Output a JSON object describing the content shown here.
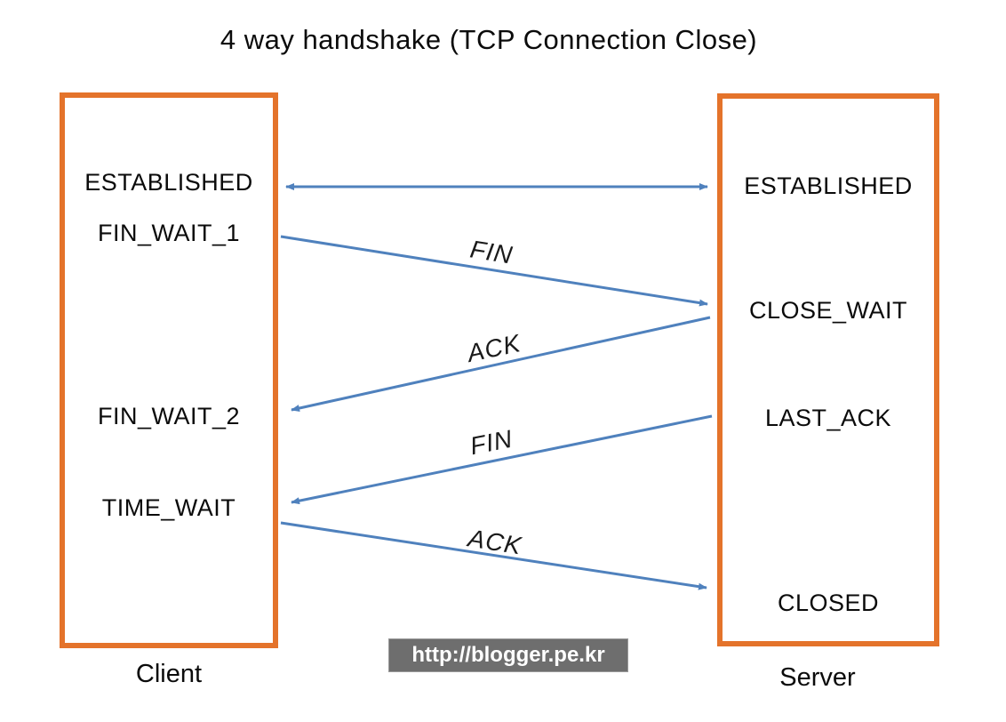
{
  "title": "4 way handshake (TCP Connection Close)",
  "watermark": "http://blogger.pe.kr",
  "client": {
    "label": "Client",
    "states": {
      "established": "ESTABLISHED",
      "fin_wait_1": "FIN_WAIT_1",
      "fin_wait_2": "FIN_WAIT_2",
      "time_wait": "TIME_WAIT"
    }
  },
  "server": {
    "label": "Server",
    "states": {
      "established": "ESTABLISHED",
      "close_wait": "CLOSE_WAIT",
      "last_ack": "LAST_ACK",
      "closed": "CLOSED"
    }
  },
  "messages": {
    "fin1": "FIN",
    "ack1": "ACK",
    "fin2": "FIN",
    "ack2": "ACK"
  },
  "colors": {
    "box_border": "#e4732b",
    "arrow": "#4f81bd",
    "text": "#0b0b0b",
    "watermark_bg": "#6e6e6e",
    "watermark_text": "#ffffff"
  }
}
